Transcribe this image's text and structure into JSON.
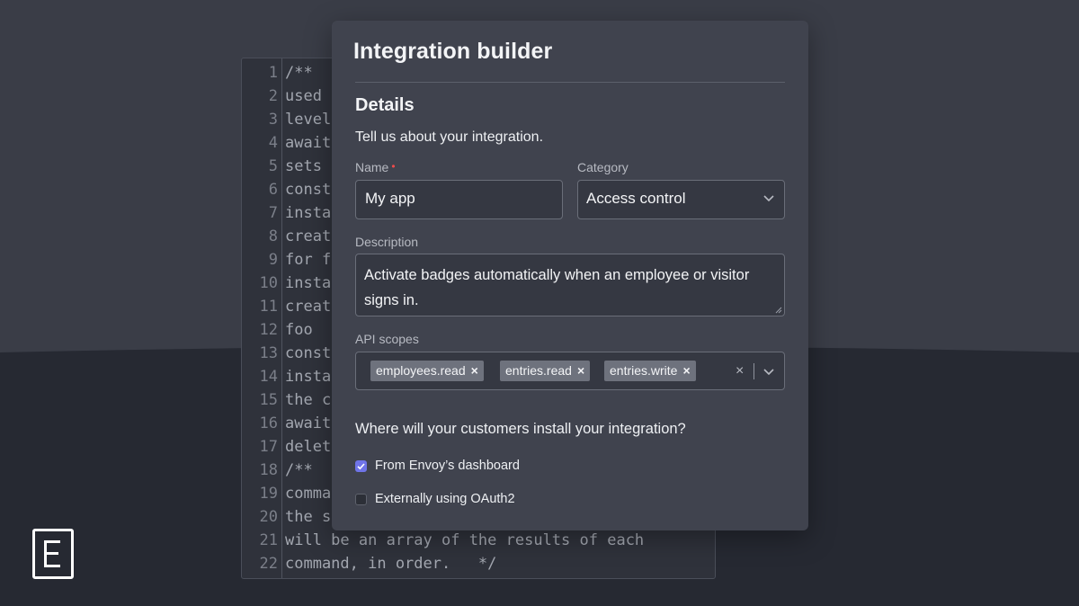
{
  "colors": {
    "background": "#3a3d47",
    "modal": "#40434e",
    "accent": "#6f74e8",
    "required": "#ef4b4b"
  },
  "editor": {
    "lines": [
      {
        "n": "1",
        "t": "/**"
      },
      {
        "n": "2",
        "t": "used"
      },
      {
        "n": "3",
        "t": "level"
      },
      {
        "n": "4",
        "t": "await"
      },
      {
        "n": "5",
        "t": "sets"
      },
      {
        "n": "6",
        "t": "const"
      },
      {
        "n": "7",
        "t": "insta"
      },
      {
        "n": "8",
        "t": "creat"
      },
      {
        "n": "9",
        "t": "for f"
      },
      {
        "n": "10",
        "t": "insta"
      },
      {
        "n": "11",
        "t": "creat"
      },
      {
        "n": "12",
        "t": "foo"
      },
      {
        "n": "13",
        "t": "const"
      },
      {
        "n": "14",
        "t": "insta"
      },
      {
        "n": "15",
        "t": "the c"
      },
      {
        "n": "16",
        "t": "await"
      },
      {
        "n": "17",
        "t": "delet"
      },
      {
        "n": "18",
        "t": "/**"
      },
      {
        "n": "19",
        "t": "comma"
      },
      {
        "n": "20",
        "t": "the s"
      },
      {
        "n": "21",
        "t": "will be an array of the results of each"
      },
      {
        "n": "22",
        "t": "command, in order.   */"
      }
    ]
  },
  "logo": {
    "icon": "envoy-logo-icon"
  },
  "modal": {
    "title": "Integration builder",
    "section_title": "Details",
    "section_sub": "Tell us about your integration.",
    "name": {
      "label": "Name",
      "required_mark": "•",
      "value": "My app"
    },
    "category": {
      "label": "Category",
      "value": "Access control"
    },
    "description": {
      "label": "Description",
      "value": "Activate badges automatically when an employee or visitor signs in."
    },
    "scopes": {
      "label": "API scopes",
      "tags": [
        "employees.read",
        "entries.read",
        "entries.write"
      ],
      "clear": "×"
    },
    "install_question": "Where will your customers install your integration?",
    "options": [
      {
        "label": "From Envoy’s dashboard",
        "checked": true
      },
      {
        "label": "Externally using OAuth2",
        "checked": false
      }
    ]
  }
}
